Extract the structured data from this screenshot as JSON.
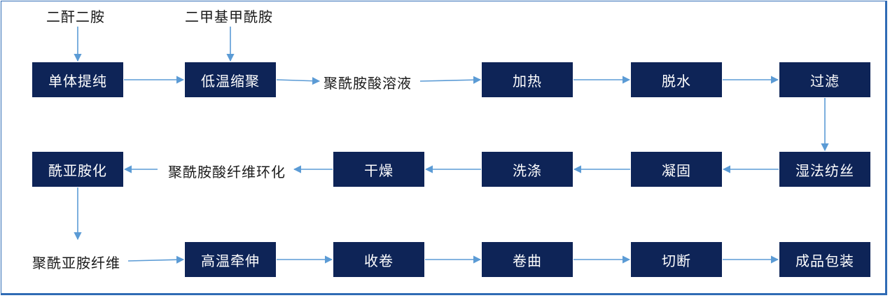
{
  "inputs": {
    "dianhydride": "二酐二胺",
    "dmf": "二甲基甲酰胺"
  },
  "row1": {
    "monomer_purification": "单体提纯",
    "low_temp_polycondensation": "低温缩聚",
    "pamic_acid_solution": "聚酰胺酸溶液",
    "heating": "加热",
    "dehydration": "脱水",
    "filtration": "过滤"
  },
  "row2": {
    "imidization": "酰亚胺化",
    "pamic_acid_fiber_cyclization": "聚酰胺酸纤维环化",
    "drying": "干燥",
    "washing": "洗涤",
    "solidification": "凝固",
    "wet_spinning": "湿法纺丝"
  },
  "row3": {
    "polyimide_fiber": "聚酰亚胺纤维",
    "high_temp_drawing": "高温牵伸",
    "winding": "收卷",
    "crimping": "卷曲",
    "cutting": "切断",
    "packaging": "成品包装"
  },
  "colors": {
    "box_fill": "#0e2457",
    "arrow": "#5b9bd5",
    "frame": "#2f6bb5"
  }
}
